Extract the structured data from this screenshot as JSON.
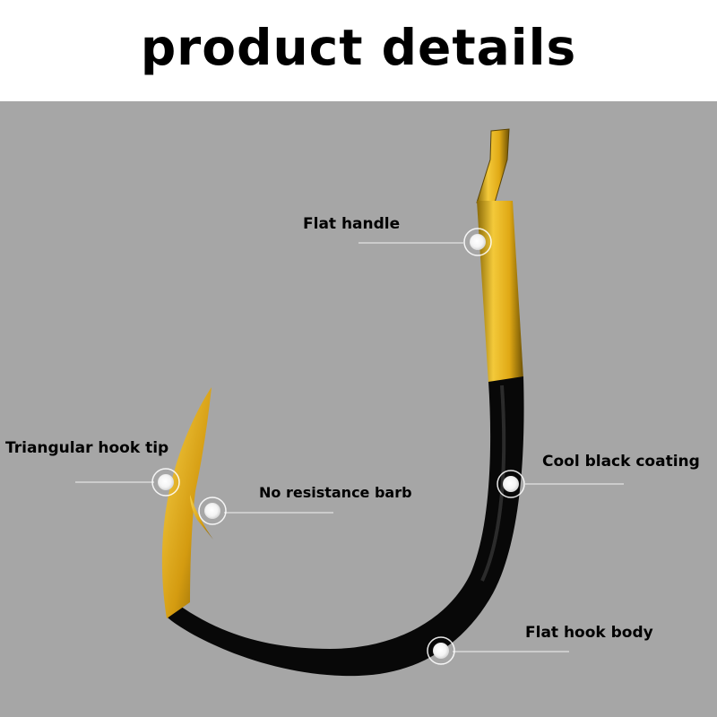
{
  "header": {
    "title": "product details"
  },
  "colors": {
    "background": "#a6a6a6",
    "header_bg": "#ffffff",
    "gold": "#e3b21d",
    "coating": "#0d0d0d"
  },
  "callouts": [
    {
      "label": "Flat handle"
    },
    {
      "label": "Triangular hook tip"
    },
    {
      "label": "No resistance barb"
    },
    {
      "label": "Cool black coating"
    },
    {
      "label": "Flat hook body"
    }
  ]
}
